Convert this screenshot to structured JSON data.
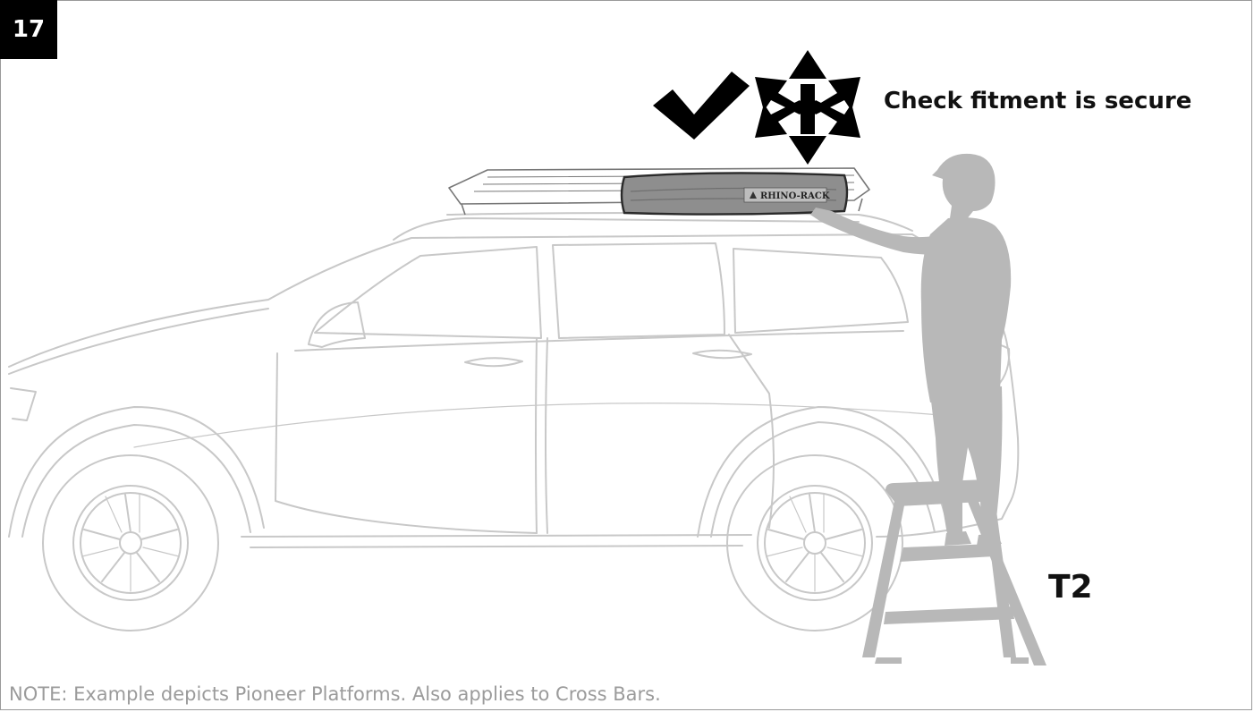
{
  "step": {
    "number": "17"
  },
  "instruction": {
    "text": "Check fitment is secure"
  },
  "tool": {
    "label": "T2"
  },
  "note": {
    "text": "NOTE: Example depicts Pioneer Platforms. Also applies to Cross Bars."
  },
  "logo": {
    "text": "RHINO-RACK"
  },
  "icons": {
    "check": "checkmark-icon",
    "movement": "multi-direction-arrows-icon"
  },
  "colors": {
    "badge": "#000000",
    "person": "#b8b8b8",
    "bag": "#8e8e8e",
    "car_line": "#c8c8c8",
    "note": "#9b9b9b"
  }
}
